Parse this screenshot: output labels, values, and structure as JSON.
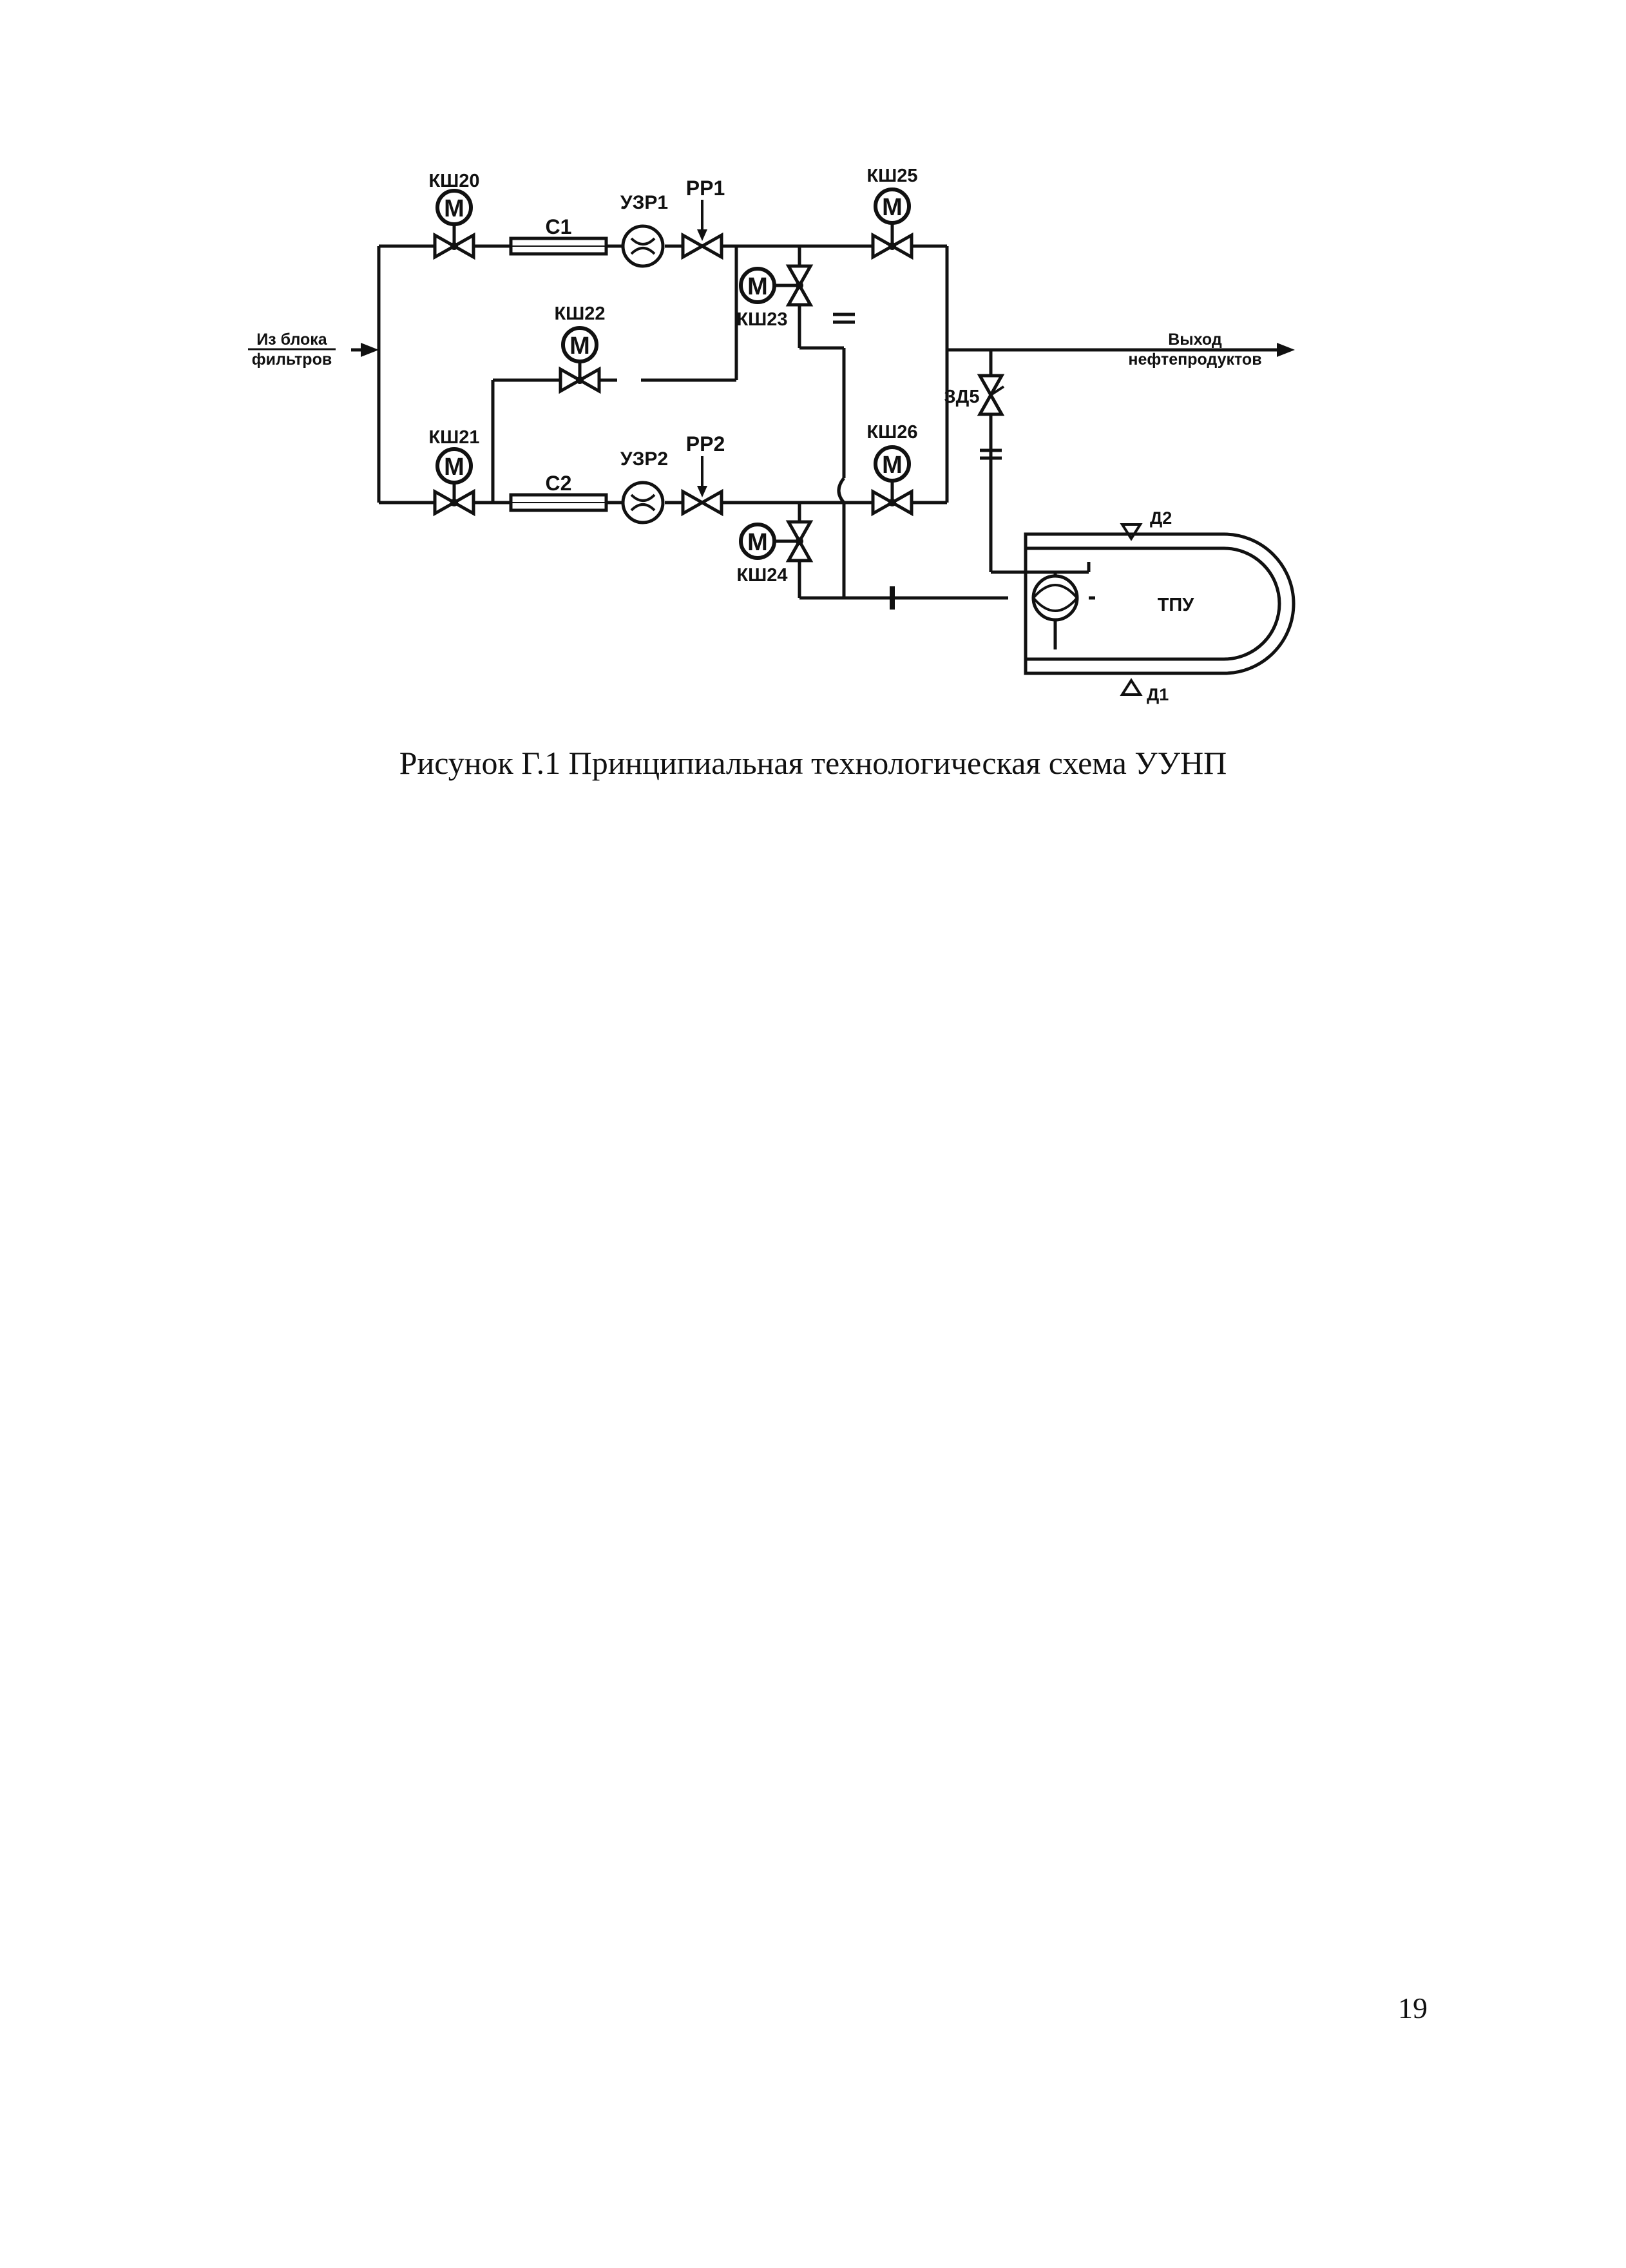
{
  "diagram": {
    "inlet_label_line1": "Из блока",
    "inlet_label_line2": "фильтров",
    "outlet_label_line1": "Выход",
    "outlet_label_line2": "нефтепродуктов",
    "valves": {
      "ksh20": "КШ20",
      "ksh21": "КШ21",
      "ksh22": "КШ22",
      "ksh23": "КШ23",
      "ksh24": "КШ24",
      "ksh25": "КШ25",
      "ksh26": "КШ26",
      "zd5": "ЗД5"
    },
    "motor_symbol": "М",
    "strainers": {
      "c1": "С1",
      "c2": "С2"
    },
    "flowmeters": {
      "uzr1": "УЗР1",
      "uzr2": "УЗР2"
    },
    "regulators": {
      "rr1": "РР1",
      "rr2": "РР2"
    },
    "prover": {
      "label": "ТПУ",
      "d1": "Д1",
      "d2": "Д2"
    }
  },
  "caption": "Рисунок Г.1 Принципиальная технологическая схема УУНП",
  "page_number": "19"
}
